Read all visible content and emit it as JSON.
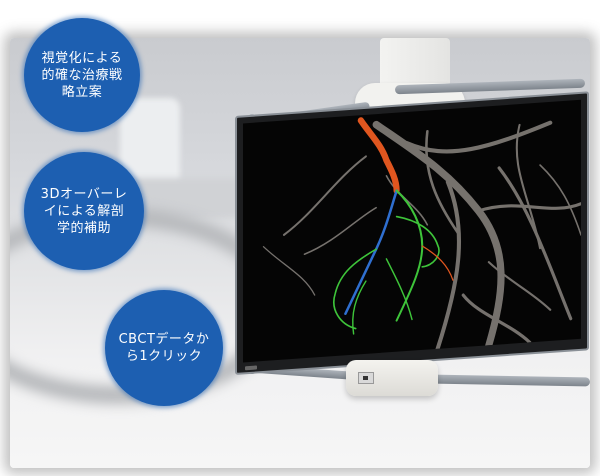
{
  "features": [
    {
      "id": "visualization",
      "lines": "視覚化による\n的確な治療戦\n略立案"
    },
    {
      "id": "overlay",
      "lines": "3Dオーバーレ\nイによる解剖\n学的補助"
    },
    {
      "id": "one-click",
      "lines": "CBCTデータか\nら1クリック"
    }
  ],
  "colors": {
    "bubble": "#1d5fb1",
    "bubble_text": "#ffffff",
    "vessel_gray": "#8a8580",
    "vessel_orange": "#e0561f",
    "vessel_green": "#3ec43a",
    "vessel_blue": "#2f6fd0"
  },
  "monitor": {
    "content": "3D angiography vessel rendering with coronary artery overlay"
  }
}
